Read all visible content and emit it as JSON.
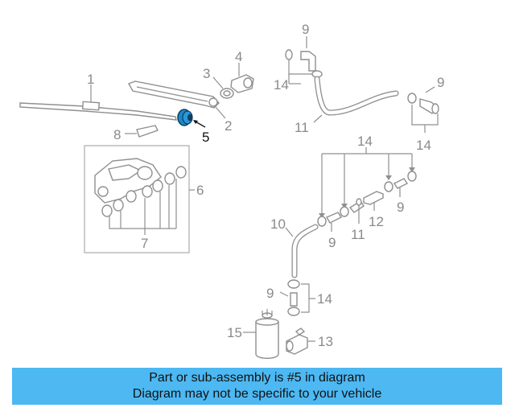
{
  "diagram": {
    "callouts": {
      "c1": "1",
      "c2": "2",
      "c3": "3",
      "c4": "4",
      "c5": "5",
      "c6": "6",
      "c7": "7",
      "c8": "8",
      "c9a": "9",
      "c9b": "9",
      "c9c": "9",
      "c9d": "9",
      "c9e": "9",
      "c10": "10",
      "c11a": "11",
      "c11b": "11",
      "c12": "12",
      "c13": "13",
      "c14a": "14",
      "c14b": "14",
      "c14c": "14",
      "c14d": "14",
      "c15": "15"
    },
    "highlight_color": "#1f86c4",
    "part_color": "#8f8f8f"
  },
  "banner": {
    "line1": "Part or sub-assembly is #5 in diagram",
    "line2": "Diagram may not be specific to your vehicle",
    "background": "#4db8f2"
  }
}
